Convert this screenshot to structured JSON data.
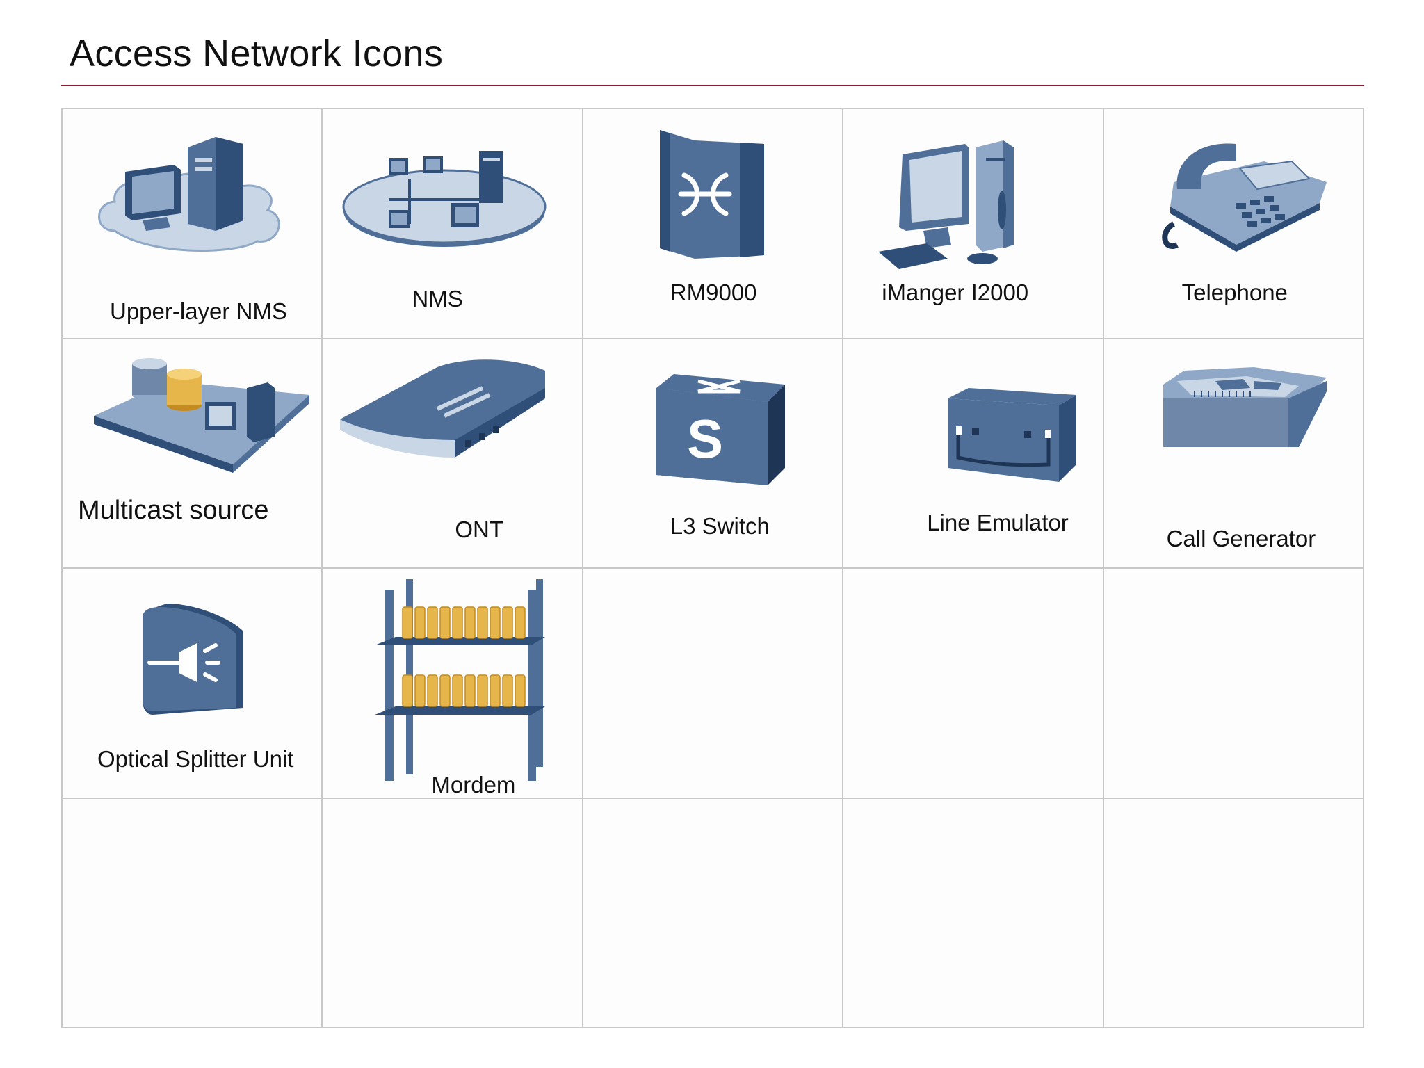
{
  "page_title": "Access Network Icons",
  "colors": {
    "title_rule": "#8a1c34",
    "grid_line": "#c8c8c8",
    "icon_dark": "#2f4f78",
    "icon_mid": "#4f6f98",
    "icon_light": "#8fa8c8",
    "icon_pale": "#c9d6e6",
    "accent_gold": "#e6b64a"
  },
  "items": [
    {
      "label": "Upper-layer NMS",
      "icon": "upper-layer-nms-icon"
    },
    {
      "label": "NMS",
      "icon": "nms-icon"
    },
    {
      "label": "RM9000",
      "icon": "rm9000-icon"
    },
    {
      "label": "iManger I2000",
      "icon": "imanager-i2000-icon"
    },
    {
      "label": "Telephone",
      "icon": "telephone-icon"
    },
    {
      "label": "Multicast source",
      "icon": "multicast-source-icon"
    },
    {
      "label": "ONT",
      "icon": "ont-icon"
    },
    {
      "label": "L3 Switch",
      "icon": "l3-switch-icon"
    },
    {
      "label": "Line Emulator",
      "icon": "line-emulator-icon"
    },
    {
      "label": "Call Generator",
      "icon": "call-generator-icon"
    },
    {
      "label": "Optical Splitter Unit",
      "icon": "optical-splitter-unit-icon"
    },
    {
      "label": "Mordem",
      "icon": "modem-rack-icon"
    }
  ],
  "switch_letter": "S"
}
